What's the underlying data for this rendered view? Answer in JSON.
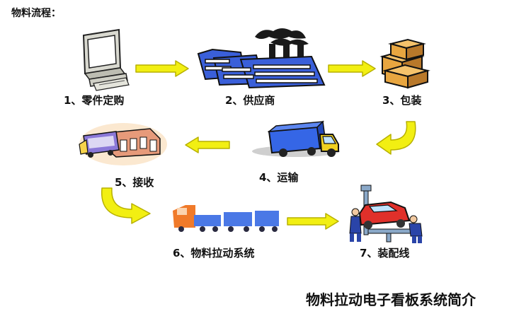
{
  "header": {
    "title": "物料流程："
  },
  "steps": [
    {
      "label": "1、零件定购",
      "icon": "computer-icon"
    },
    {
      "label": "2、供应商",
      "icon": "factory-icon"
    },
    {
      "label": "3、包装",
      "icon": "boxes-icon"
    },
    {
      "label": "4、运输",
      "icon": "truck-icon"
    },
    {
      "label": "5、接收",
      "icon": "warehouse-icon"
    },
    {
      "label": "6、物料拉动系统",
      "icon": "train-icon"
    },
    {
      "label": "7、装配线",
      "icon": "assembly-icon"
    }
  ],
  "footer": {
    "title": "物料拉动电子看板系统简介"
  },
  "colors": {
    "arrow": "#f2ef12",
    "arrow_stroke": "#b7b000",
    "factory_blue": "#3a5fd9",
    "truck_blue": "#3566e6"
  }
}
